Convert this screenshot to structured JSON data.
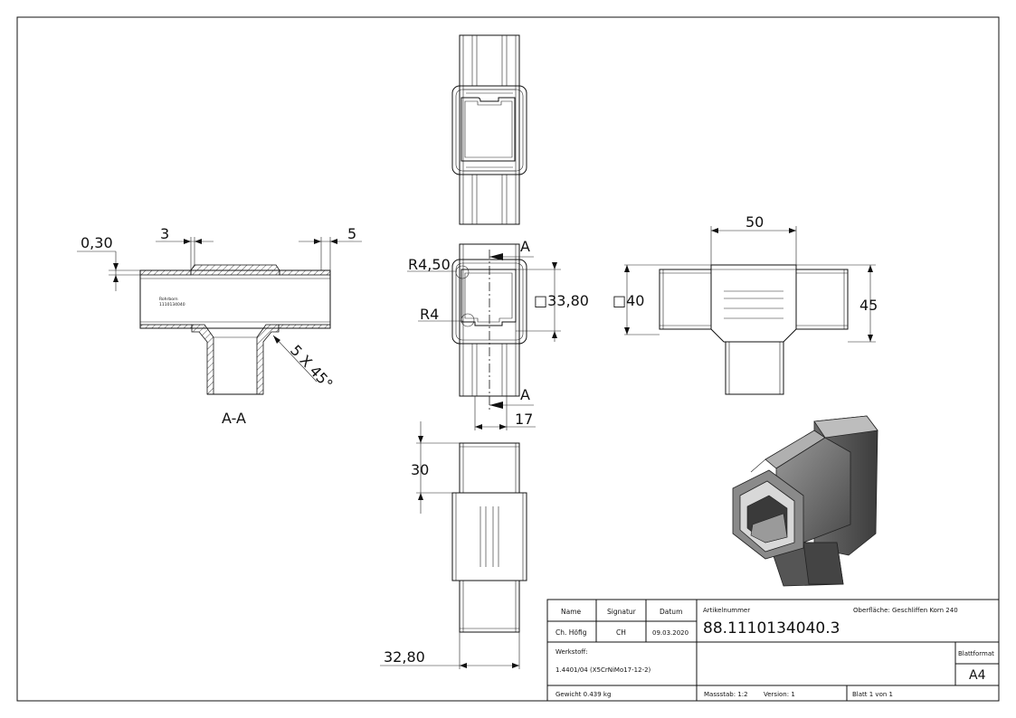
{
  "section": {
    "label": "A-A",
    "dim_wall": "0,30",
    "dim_left": "3",
    "dim_right": "5",
    "chamfer": "5 X 45°",
    "marking_line1": "Rohrborn",
    "marking_line2": "1110134040"
  },
  "front": {
    "section_marker_top": "A",
    "section_marker_bottom": "A",
    "radius_outer": "R4,50",
    "radius_inner": "R4",
    "square_inner": "□33,80",
    "offset": "17"
  },
  "top_view": {
    "width": "50",
    "square_outer": "□40",
    "height": "45"
  },
  "side_view": {
    "stub": "30",
    "width": "32,80"
  },
  "title_block": {
    "hdr_name": "Name",
    "hdr_signatur": "Signatur",
    "hdr_datum": "Datum",
    "name": "Ch. Höfig",
    "signatur": "CH",
    "datum": "09.03.2020",
    "artikel_label": "Artikelnummer",
    "artikel_number": "88.1110134040.3",
    "oberflaeche": "Oberfläche:  Geschliffen Korn 240",
    "werkstoff_label": "Werkstoff:",
    "werkstoff": "1.4401/04 (X5CrNiMo17-12-2)",
    "blattformat_label": "Blattformat",
    "blattformat": "A4",
    "gewicht": "Gewicht 0.439 kg",
    "massstab": "Massstab: 1:2",
    "version": "Version: 1",
    "blatt": "Blatt 1 von 1"
  }
}
